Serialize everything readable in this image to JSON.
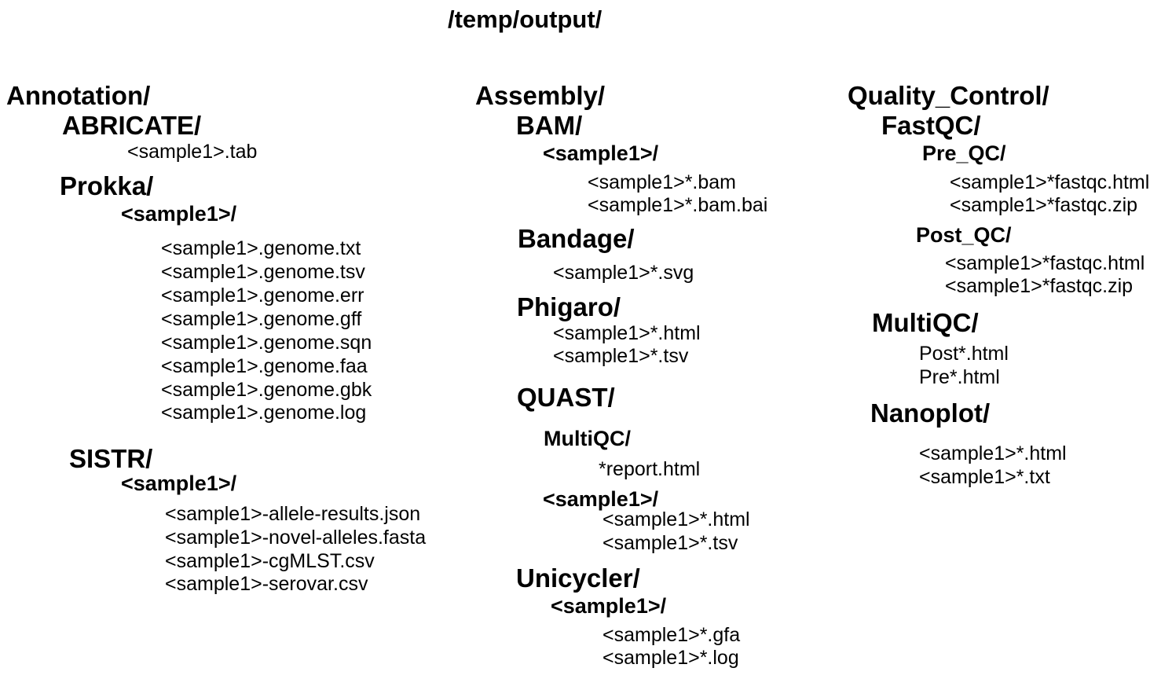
{
  "root": "/temp/output/",
  "annotation": {
    "label": "Annotation/",
    "abricate": {
      "label": "ABRICATE/",
      "files": [
        "<sample1>.tab"
      ]
    },
    "prokka": {
      "label": "Prokka/",
      "sample": "<sample1>/",
      "files": [
        "<sample1>.genome.txt",
        "<sample1>.genome.tsv",
        "<sample1>.genome.err",
        "<sample1>.genome.gff",
        "<sample1>.genome.sqn",
        "<sample1>.genome.faa",
        "<sample1>.genome.gbk",
        "<sample1>.genome.log"
      ]
    },
    "sistr": {
      "label": "SISTR/",
      "sample": "<sample1>/",
      "files": [
        "<sample1>-allele-results.json",
        "<sample1>-novel-alleles.fasta",
        "<sample1>-cgMLST.csv",
        "<sample1>-serovar.csv"
      ]
    }
  },
  "assembly": {
    "label": "Assembly/",
    "bam": {
      "label": "BAM/",
      "sample": "<sample1>/",
      "files": [
        "<sample1>*.bam",
        "<sample1>*.bam.bai"
      ]
    },
    "bandage": {
      "label": "Bandage/",
      "files": [
        "<sample1>*.svg"
      ]
    },
    "phigaro": {
      "label": "Phigaro/",
      "files": [
        "<sample1>*.html",
        "<sample1>*.tsv"
      ]
    },
    "quast": {
      "label": "QUAST/",
      "multiqc": {
        "label": "MultiQC/",
        "files": [
          "*report.html"
        ]
      },
      "sample": "<sample1>/",
      "files": [
        "<sample1>*.html",
        "<sample1>*.tsv"
      ]
    },
    "unicycler": {
      "label": "Unicycler/",
      "sample": "<sample1>/",
      "files": [
        "<sample1>*.gfa",
        "<sample1>*.log"
      ]
    }
  },
  "quality_control": {
    "label": "Quality_Control/",
    "fastqc": {
      "label": "FastQC/",
      "pre_qc": {
        "label": "Pre_QC/",
        "files": [
          "<sample1>*fastqc.html",
          "<sample1>*fastqc.zip"
        ]
      },
      "post_qc": {
        "label": "Post_QC/",
        "files": [
          "<sample1>*fastqc.html",
          "<sample1>*fastqc.zip"
        ]
      }
    },
    "multiqc": {
      "label": "MultiQC/",
      "files": [
        "Post*.html",
        "Pre*.html"
      ]
    },
    "nanoplot": {
      "label": "Nanoplot/",
      "files": [
        "<sample1>*.html",
        "<sample1>*.txt"
      ]
    }
  }
}
